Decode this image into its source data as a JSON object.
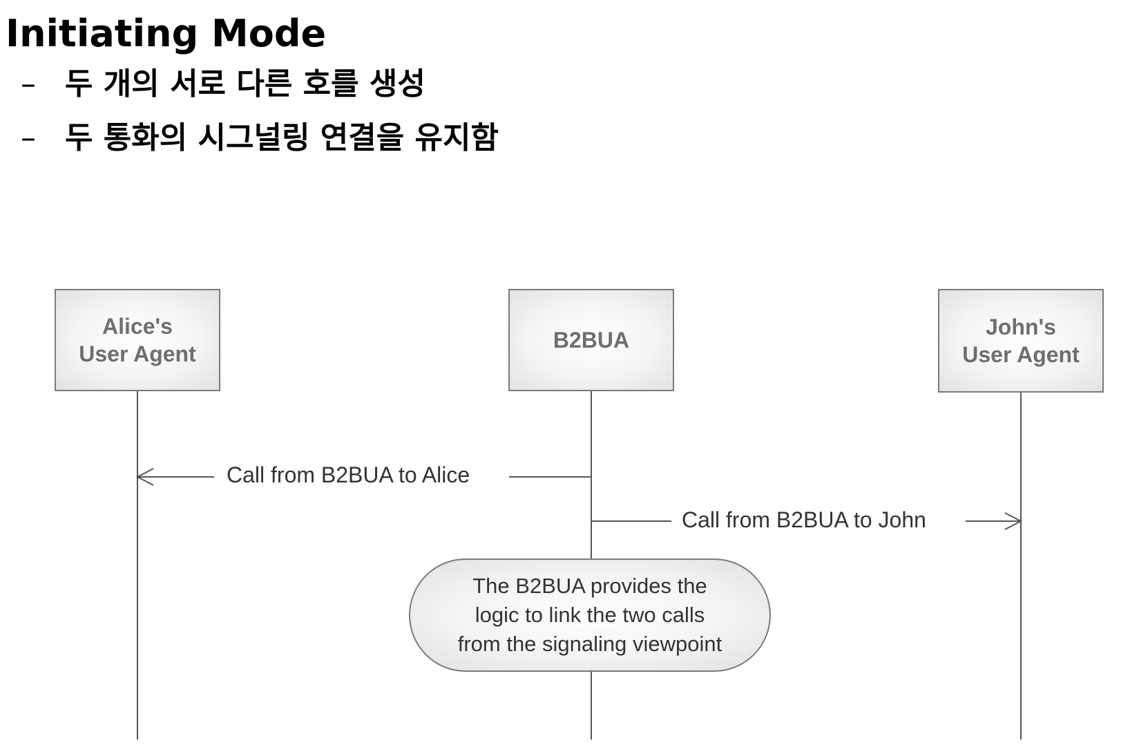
{
  "title": "Initiating Mode",
  "bullets": [
    {
      "marker": "–",
      "text": "두 개의 서로 다른 호를 생성"
    },
    {
      "marker": "–",
      "text": "두 통화의 시그널링 연결을 유지함"
    }
  ],
  "diagram": {
    "participants": [
      {
        "line1": "Alice's",
        "line2": "User Agent"
      },
      {
        "line1": "B2BUA"
      },
      {
        "line1": "John's",
        "line2": "User Agent"
      }
    ],
    "messages": [
      {
        "from": "B2BUA",
        "to": "Alice's User Agent",
        "label": "Call from B2BUA to Alice"
      },
      {
        "from": "B2BUA",
        "to": "John's User Agent",
        "label": "Call from B2BUA to John"
      }
    ],
    "note": {
      "line1": "The B2BUA provides the",
      "line2": "logic to link the two calls",
      "line3": "from the signaling viewpoint"
    },
    "colors": {
      "line": "#555555",
      "box_border": "#7a7a7a",
      "box_text": "#6e6e6e",
      "label_text": "#333333"
    }
  }
}
